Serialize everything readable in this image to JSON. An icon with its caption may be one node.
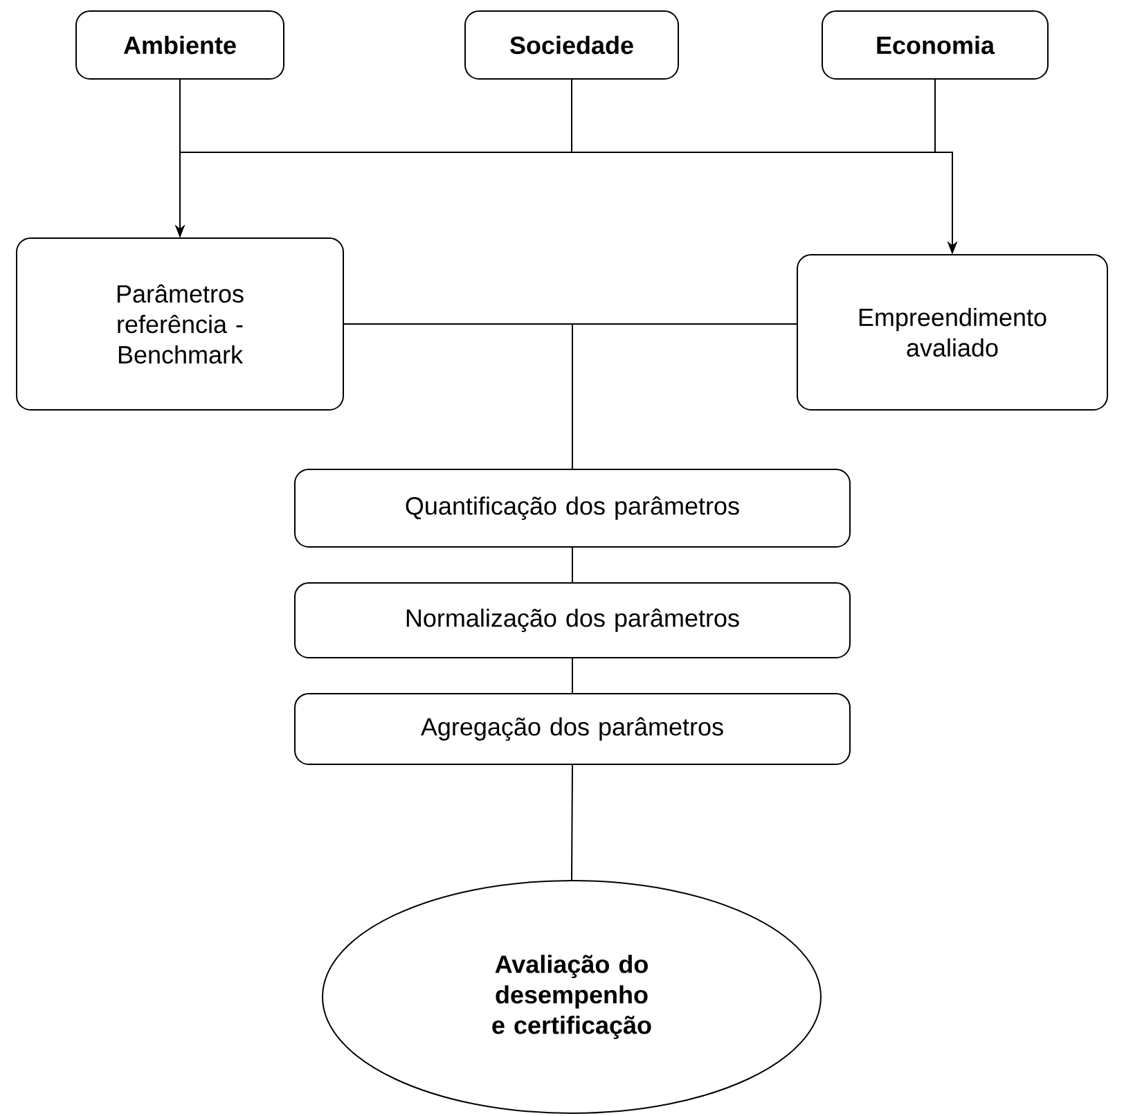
{
  "diagram": {
    "nodes": [
      {
        "text": [
          "Ambiente"
        ]
      },
      {
        "text": [
          "Sociedade"
        ]
      },
      {
        "text": [
          "Economia"
        ]
      },
      {
        "text": [
          "Parâmetros referência - Benchmark"
        ]
      },
      {
        "text": [
          "Empreendimento avaliado"
        ]
      },
      {
        "text": [
          "Quantificação dos parâmetros"
        ]
      },
      {
        "text": [
          "Normalização dos parâmetros"
        ]
      },
      {
        "text": [
          "Agregação dos parâmetros"
        ]
      },
      {
        "text": [
          "Avaliação do desempenho e certificação"
        ]
      }
    ],
    "edges": [
      {
        "from": 0,
        "to": 3,
        "arrow": "to"
      },
      {
        "from": 0,
        "to": 4,
        "arrow": "to"
      },
      {
        "from": 1,
        "to": 3,
        "arrow": "to"
      },
      {
        "from": 1,
        "to": 4,
        "arrow": "to"
      },
      {
        "from": 2,
        "to": 3,
        "arrow": "to"
      },
      {
        "from": 2,
        "to": 4,
        "arrow": "to"
      },
      {
        "from": 3,
        "to": 5,
        "arrow": "none"
      },
      {
        "from": 4,
        "to": 5,
        "arrow": "none"
      },
      {
        "from": 5,
        "to": 6,
        "arrow": "none"
      },
      {
        "from": 6,
        "to": 7,
        "arrow": "none"
      },
      {
        "from": 7,
        "to": 8,
        "arrow": "none"
      }
    ]
  }
}
